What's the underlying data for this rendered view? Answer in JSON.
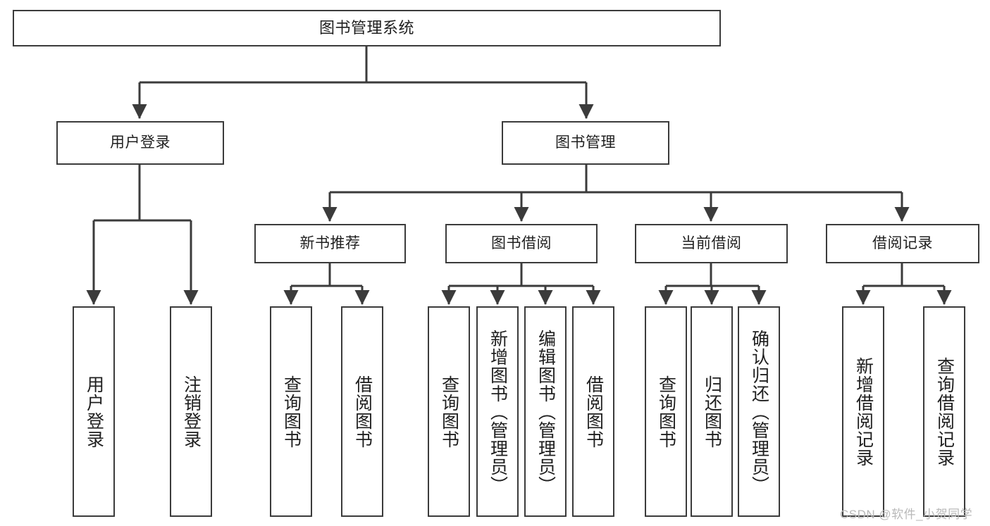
{
  "diagram": {
    "title": "图书管理系统",
    "type": "tree-hierarchy",
    "stroke_color": "#3b3b3b",
    "background_color": "#ffffff",
    "nodes": {
      "root": {
        "label": "图书管理系统"
      },
      "level1": [
        {
          "label": "用户登录"
        },
        {
          "label": "图书管理"
        }
      ],
      "level2": [
        {
          "label": "新书推荐"
        },
        {
          "label": "图书借阅"
        },
        {
          "label": "当前借阅"
        },
        {
          "label": "借阅记录"
        }
      ],
      "leaves": {
        "user_login": [
          {
            "label": "用户登录"
          },
          {
            "label": "注销登录"
          }
        ],
        "new_book_recommend": [
          {
            "label": "查询图书"
          },
          {
            "label": "借阅图书"
          }
        ],
        "book_borrow": [
          {
            "label": "查询图书"
          },
          {
            "label": "新增图书（管理员）"
          },
          {
            "label": "编辑图书（管理员）"
          },
          {
            "label": "借阅图书"
          }
        ],
        "current_borrow": [
          {
            "label": "查询图书"
          },
          {
            "label": "归还图书"
          },
          {
            "label": "确认归还（管理员）"
          }
        ],
        "borrow_record": [
          {
            "label": "新增借阅记录"
          },
          {
            "label": "查询借阅记录"
          }
        ]
      }
    }
  },
  "watermark": {
    "text": "CSDN @软件_小贺同学"
  }
}
